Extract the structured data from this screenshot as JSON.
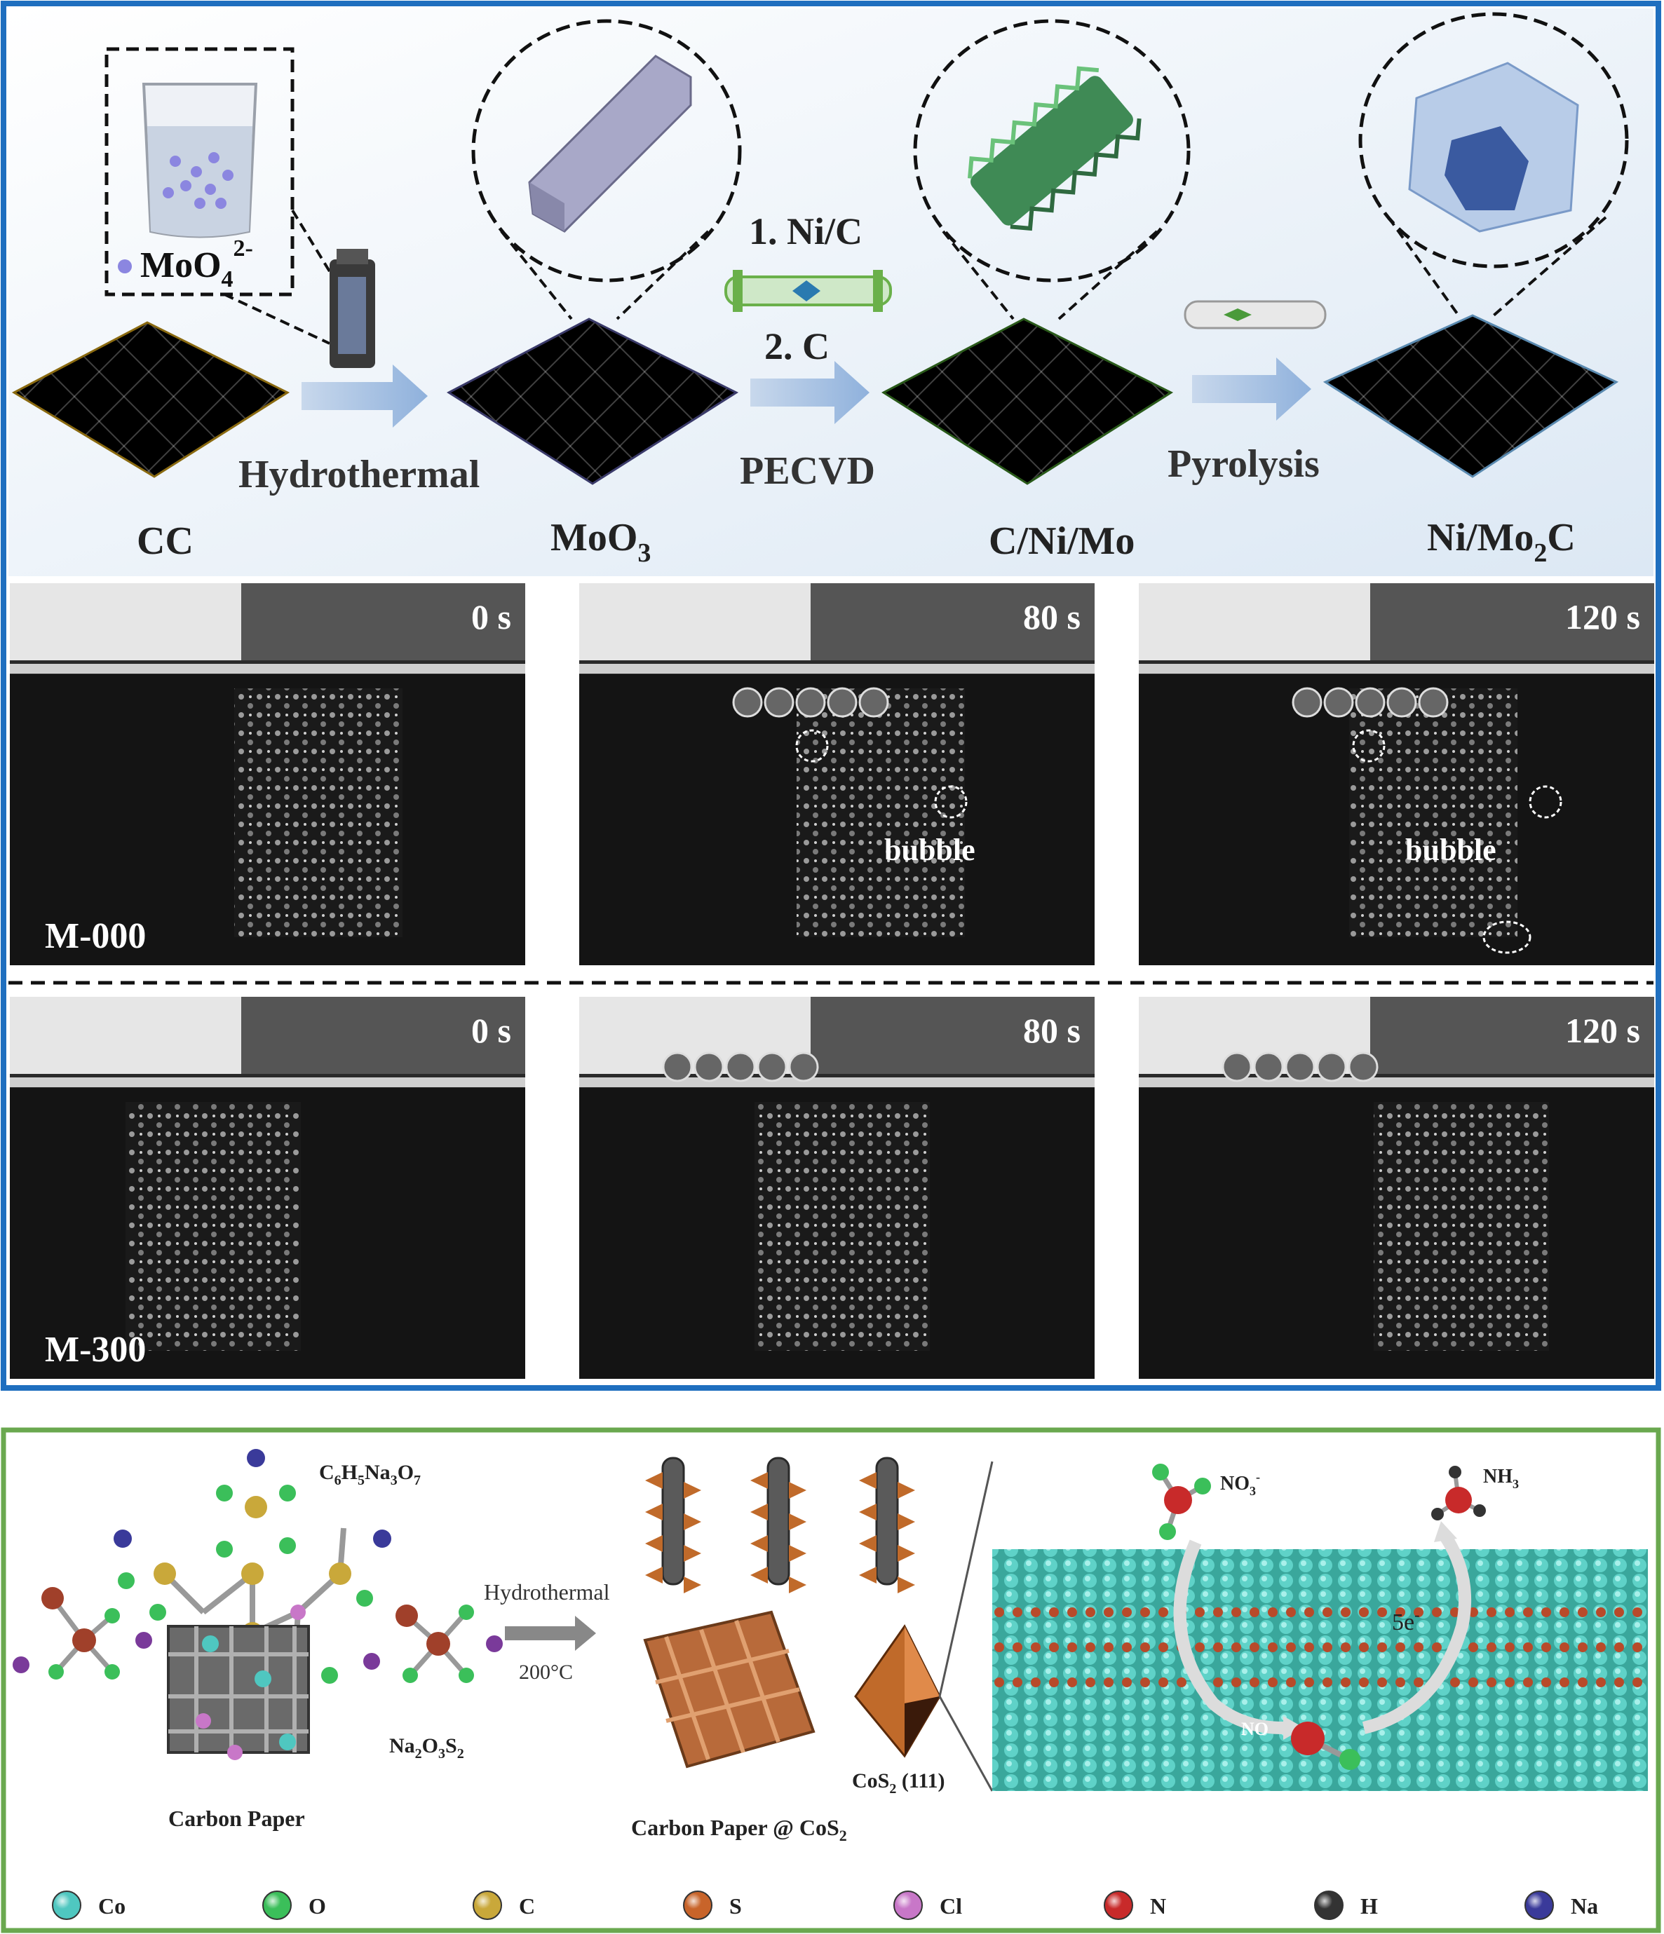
{
  "top_panel": {
    "stages": [
      {
        "label": "CC"
      },
      {
        "label": "MoO",
        "sub": "3",
        "tail": ""
      },
      {
        "label": "C/Ni/Mo"
      },
      {
        "label": "Ni/Mo",
        "sub": "2",
        "tail": "C"
      }
    ],
    "steps": {
      "hydrothermal": "Hydrothermal",
      "pecvd": "PECVD",
      "pyrolysis": "Pyrolysis",
      "step1": "1. Ni/C",
      "step2": "2. C"
    },
    "ion": {
      "text": "MoO",
      "sub": "4",
      "sup": "2-"
    },
    "colors": {
      "frame": "#1f6fbf",
      "cc": "#c8a020",
      "moo3": "#6a6aa0",
      "cnimo": "#5a9a4a",
      "nimo2c": "#9ec4e0"
    }
  },
  "photo_panel": {
    "rows": [
      {
        "sample": "M-000",
        "times": [
          "0 s",
          "80 s",
          "120 s"
        ],
        "annotation": "bubble"
      },
      {
        "sample": "M-300",
        "times": [
          "0 s",
          "80 s",
          "120 s"
        ]
      }
    ]
  },
  "bottom_panel": {
    "reagent1": {
      "text": "C",
      "s1": "6",
      "t2": "H",
      "s2": "5",
      "t3": "Na",
      "s3": "3",
      "t4": "O",
      "s4": "7"
    },
    "reagent2": {
      "text": "Na",
      "s1": "2",
      "t2": "O",
      "s2": "3",
      "t3": "S",
      "s3": "2"
    },
    "carbon_paper": "Carbon Paper",
    "product": "Carbon Paper @ CoS",
    "product_sub": "2",
    "arrow_top": "Hydrothermal",
    "arrow_bottom": "200°C",
    "facet": "CoS",
    "facet_sub": "2",
    "facet_tail": " (111)",
    "no3": "NO",
    "no3_sub": "3",
    "no3_sup": "-",
    "nh3": "NH",
    "nh3_sub": "3",
    "electrons": "5e",
    "electrons_sup": "-",
    "no": "NO",
    "legend": [
      {
        "symbol": "Co",
        "color": "#4fc7c0"
      },
      {
        "symbol": "O",
        "color": "#3bbf5a"
      },
      {
        "symbol": "C",
        "color": "#c9a83a"
      },
      {
        "symbol": "S",
        "color": "#c8642a"
      },
      {
        "symbol": "Cl",
        "color": "#c877c8"
      },
      {
        "symbol": "N",
        "color": "#c82a2a"
      },
      {
        "symbol": "H",
        "color": "#333333"
      },
      {
        "symbol": "Na",
        "color": "#3a3a9a"
      }
    ],
    "colors": {
      "frame": "#6aa84f"
    }
  }
}
